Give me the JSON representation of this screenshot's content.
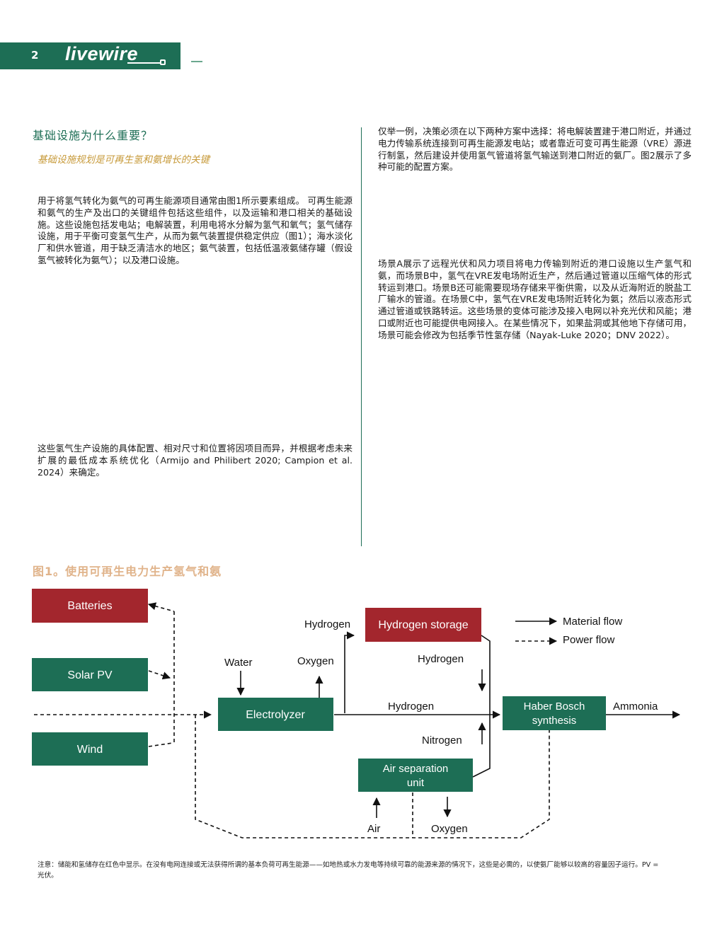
{
  "header": {
    "page_number": "2",
    "logo": "livewire"
  },
  "left": {
    "heading": "基础设施为什么重要？",
    "subheading": "基础设施规划是可再生氢和氨增长的关键",
    "para1": "用于将氢气转化为氨气的可再生能源项目通常由图1所示要素组成。 可再生能源和氨气的生产及出口的关键组件包括这些组件，以及运输和港口相关的基础设施。这些设施包括发电站；电解装置，利用电将水分解为氢气和氧气；氢气储存设施，用于平衡可变氢气生产，从而为氨气装置提供稳定供应（图1）；海水淡化厂和供水管道，用于缺乏清洁水的地区；氨气装置，包括低温液氨储存罐（假设氢气被转化为氨气）；以及港口设施。",
    "para2": "这些氢气生产设施的具体配置、相对尺寸和位置将因项目而异，并根据考虑未来扩展的最低成本系统优化（Armijo and Philibert 2020; Campion et al. 2024）来确定。"
  },
  "right": {
    "para1": "仅举一例，决策必须在以下两种方案中选择：将电解装置建于港口附近，并通过电力传输系统连接到可再生能源发电站；或者靠近可变可再生能源（VRE）源进行制氢，然后建设并使用氢气管道将氢气输送到港口附近的氨厂。图2展示了多种可能的配置方案。",
    "para2": "场景A展示了远程光伏和风力项目将电力传输到附近的港口设施以生产氢气和氨，而场景B中，氢气在VRE发电场附近生产，然后通过管道以压缩气体的形式转运到港口。场景B还可能需要现场存储来平衡供需，以及从近海附近的脱盐工厂输水的管道。在场景C中，氢气在VRE发电场附近转化为氨；然后以液态形式通过管道或铁路转运。这些场景的变体可能涉及接入电网以补充光伏和风能；港口或附近也可能提供电网接入。在某些情况下，如果盐洞或其他地下存储可用，场景可能会修改为包括季节性氢存储（Nayak-Luke 2020；DNV 2022）。"
  },
  "figure": {
    "title": "图1。使用可再生电力生产氢气和氨",
    "boxes": {
      "batteries": "Batteries",
      "solar": "Solar PV",
      "wind": "Wind",
      "electrolyzer": "Electrolyzer",
      "h2storage": "Hydrogen storage",
      "haber1": "Haber Bosch",
      "haber2": "synthesis",
      "asu1": "Air separation",
      "asu2": "unit"
    },
    "labels": {
      "water": "Water",
      "oxygen_top": "Oxygen",
      "hydrogen_up": "Hydrogen",
      "hydrogen_down": "Hydrogen",
      "hydrogen_main": "Hydrogen",
      "nitrogen": "Nitrogen",
      "ammonia": "Ammonia",
      "air": "Air",
      "oxygen_bottom": "Oxygen"
    },
    "legend": {
      "material": "Material flow",
      "power": "Power flow"
    },
    "colors": {
      "green": "#1d6e55",
      "red": "#a3262d"
    }
  },
  "note": "注意：储能和氢储存在红色中显示。在没有电网连接或无法获得所谓的基本负荷可再生能源——如地热或水力发电等持续可靠的能源来源的情况下，这些是必需的，以使氨厂能够以较高的容量因子运行。PV = 光伏。"
}
